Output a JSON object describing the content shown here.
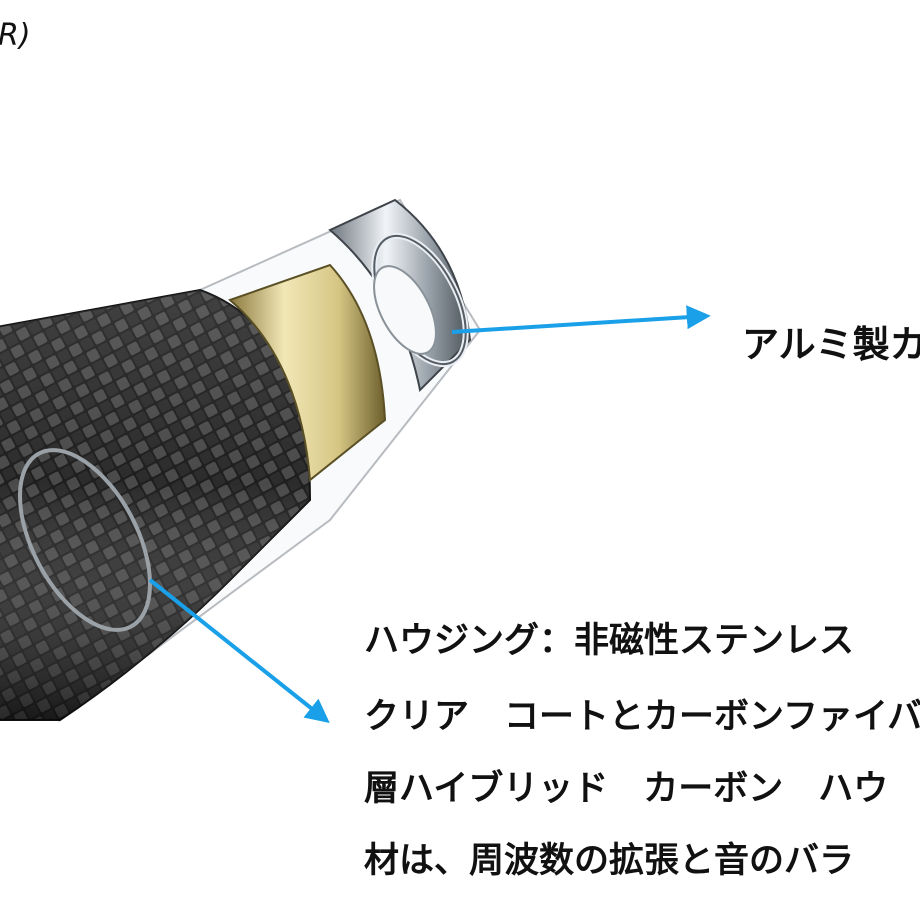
{
  "corner_text": "R)",
  "aluminum_label": "アルミ製カ",
  "housing_description": [
    "ハウジング：非磁性ステンレス",
    "クリア　コートとカーボンファイバ",
    "層ハイブリッド　カーボン　ハウ",
    "材は、周波数の拡張と音のバラ"
  ],
  "colors": {
    "arrow": "#1aa0e8",
    "carbon_dark": "#1c1c1c",
    "carbon_light": "#5a5a5a",
    "gold_ring": "#d9cc8a",
    "chrome": "#b8c0c8",
    "text": "#111111"
  }
}
